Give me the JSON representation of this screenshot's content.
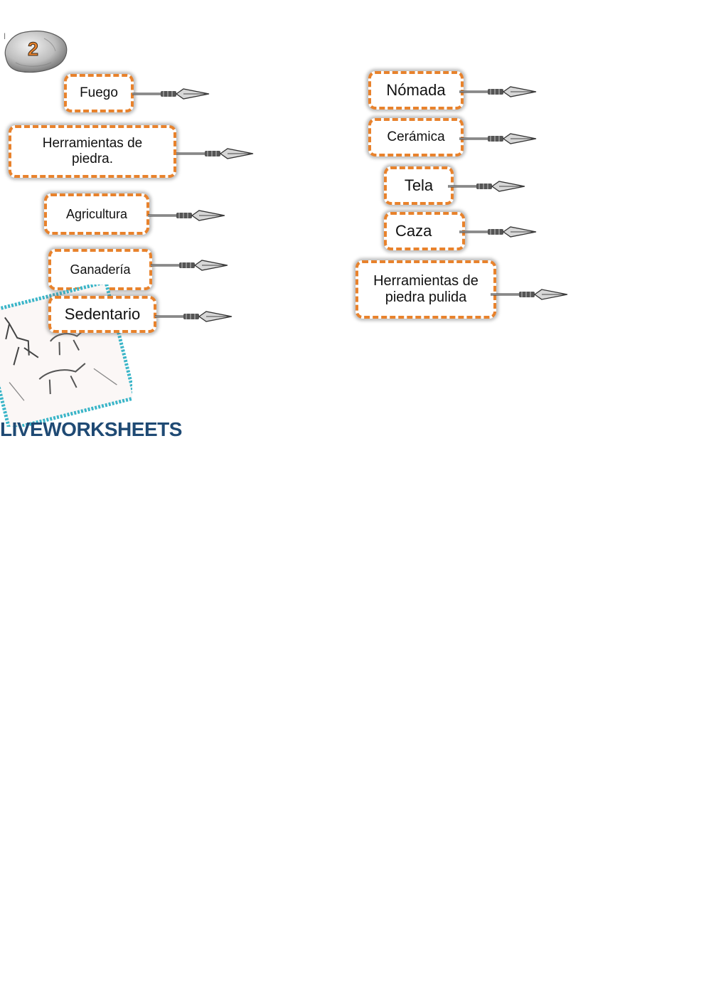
{
  "badge": {
    "number": "2"
  },
  "left_items": [
    {
      "id": "fuego",
      "text": "Fuego"
    },
    {
      "id": "herramientas-piedra",
      "text": "Herramientas de piedra."
    },
    {
      "id": "agricultura",
      "text": "Agricultura"
    },
    {
      "id": "ganaderia",
      "text": "Ganadería"
    },
    {
      "id": "sedentario",
      "text": "Sedentario"
    }
  ],
  "right_items": [
    {
      "id": "nomada",
      "text": "Nómada"
    },
    {
      "id": "ceramica",
      "text": "Cerámica"
    },
    {
      "id": "tela",
      "text": "Tela"
    },
    {
      "id": "caza",
      "text": "Caza"
    },
    {
      "id": "herramientas-pulida",
      "text": "Herramientas de piedra pulida"
    }
  ],
  "brand": {
    "text": "LIVEWORKSHEETS"
  },
  "colors": {
    "accent": "#e8822c",
    "brand": "#1f4a74",
    "frame": "#3ab5c8"
  },
  "icons": {
    "badge": "stone-icon",
    "pointer": "spear-icon"
  }
}
